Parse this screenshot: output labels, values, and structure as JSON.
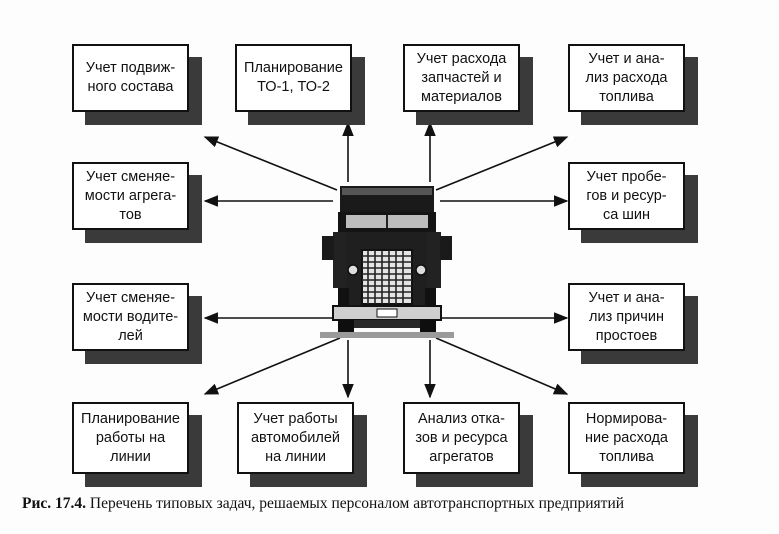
{
  "boxes": [
    {
      "text": "Учет подвиж-\nного состава"
    },
    {
      "text": "Планирование\nТО-1, ТО-2"
    },
    {
      "text": "Учет расхода\nзапчастей и\nматериалов"
    },
    {
      "text": "Учет и ана-\nлиз расхода\nтоплива"
    },
    {
      "text": "Учет сменяе-\nмости агрега-\nтов"
    },
    {
      "text": "Учет пробе-\nгов и ресур-\nса шин"
    },
    {
      "text": "Учет сменяе-\nмости водите-\nлей"
    },
    {
      "text": "Учет и ана-\nлиз причин\nпростоев"
    },
    {
      "text": "Планирование\nработы на\nлинии"
    },
    {
      "text": "Учет работы\nавтомобилей\nна линии"
    },
    {
      "text": "Анализ отка-\nзов и ресурса\nагрегатов"
    },
    {
      "text": "Нормирова-\nние расхода\nтоплива"
    }
  ],
  "caption": {
    "label": "Рис. 17.4.",
    "text": " Перечень типовых задач, решаемых персоналом автотранспортных предприятий"
  }
}
